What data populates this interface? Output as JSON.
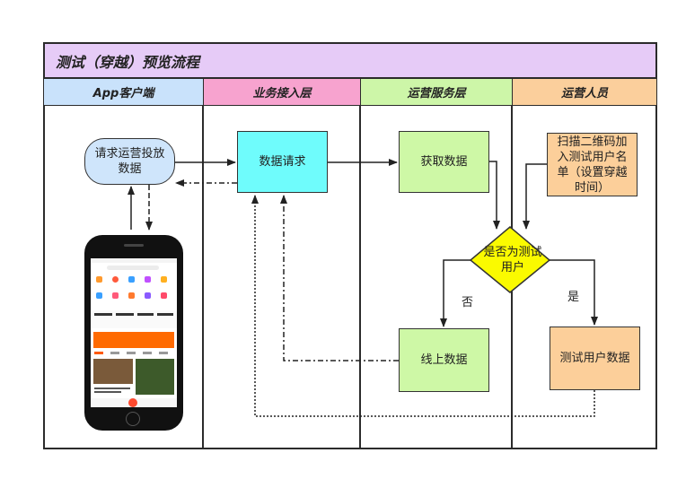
{
  "title": "测试（穿越）预览流程",
  "lanes": [
    {
      "label": "App客户端",
      "color": "#c9e2fb"
    },
    {
      "label": "业务接入层",
      "color": "#f7a3cf"
    },
    {
      "label": "运营服务层",
      "color": "#cdf6a8"
    },
    {
      "label": "运营人员",
      "color": "#fbcf9c"
    }
  ],
  "nodes": {
    "client_request": "请求运营投放数据",
    "data_request": "数据请求",
    "get_data": "获取数据",
    "scan_qr": "扫描二维码加入测试用户名单（设置穿越时间）",
    "is_test_user": "是否为测试用户",
    "online_data": "线上数据",
    "test_user_data": "测试用户数据"
  },
  "edge_labels": {
    "no": "否",
    "yes": "是"
  },
  "colors": {
    "client_box": "#cfe5fb",
    "access_box": "#6ffcfc",
    "service_box": "#cef8a6",
    "staff_box": "#fccf9a",
    "decision": "#fafa00"
  }
}
